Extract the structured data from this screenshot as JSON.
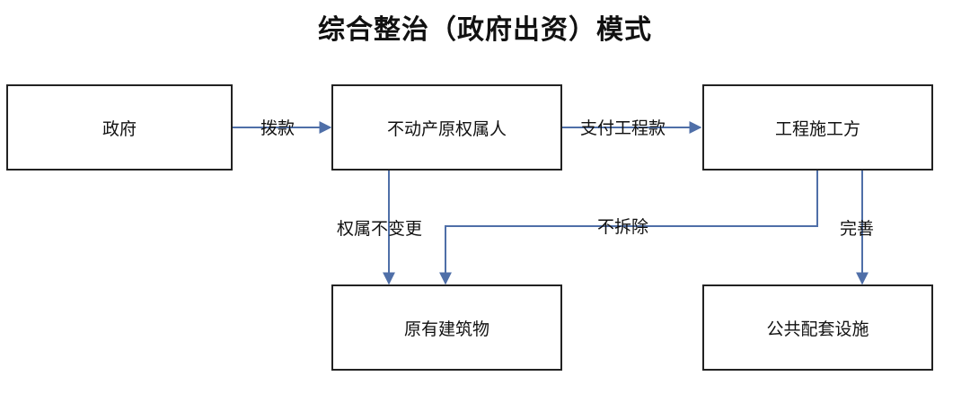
{
  "title": "综合整治（政府出资）模式",
  "nodes": {
    "government": "政府",
    "owner": "不动产原权属人",
    "contractor": "工程施工方",
    "existing_buildings": "原有建筑物",
    "public_facilities": "公共配套设施"
  },
  "edges": {
    "allocate_funds": "拨款",
    "pay_engineering": "支付工程款",
    "ownership_unchanged": "权属不变更",
    "no_demolition": "不拆除",
    "improve": "完善"
  },
  "colors": {
    "arrow": "#4f6fa8",
    "box_border": "#222222"
  }
}
